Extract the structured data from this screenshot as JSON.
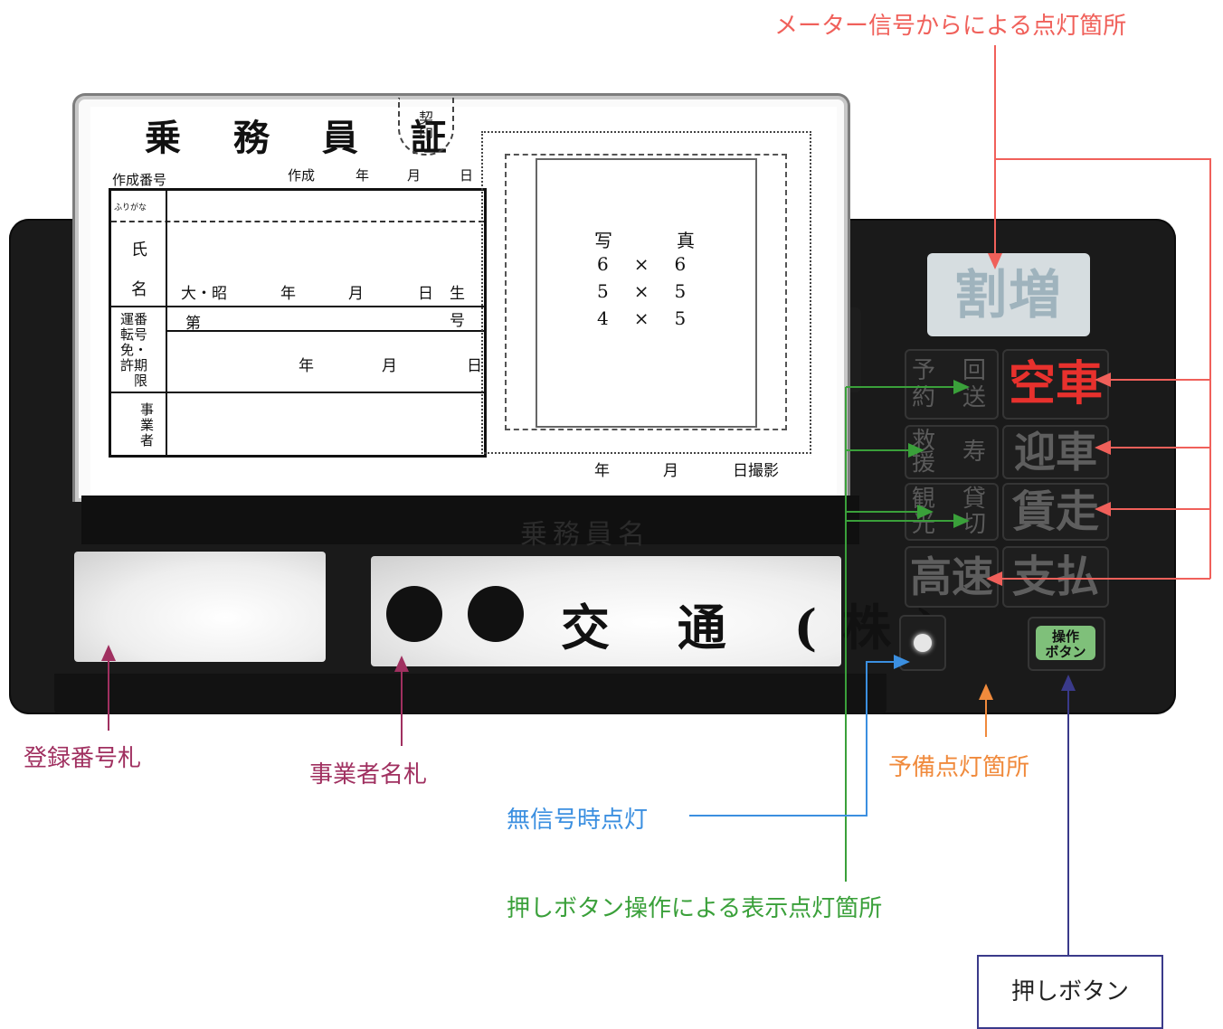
{
  "card": {
    "title": "乗 務 員 証",
    "seal": "契\n印",
    "creation_no": "作成番号",
    "created": "作成",
    "year": "年",
    "month": "月",
    "day": "日",
    "furigana": "ふりがな",
    "name_1": "氏",
    "name_2": "名",
    "birth_era": "大・昭",
    "birth_suffix": "生",
    "license_label": "運番\n転号\n免・\n許期\n　限",
    "license_no_prefix": "第",
    "license_no_suffix": "号",
    "operator_label": "事\n業\n者",
    "photo_label_1": "写",
    "photo_label_2": "真",
    "photo_sizes": [
      [
        "6",
        "×",
        "6"
      ],
      [
        "5",
        "×",
        "5"
      ],
      [
        "4",
        "×",
        "5"
      ]
    ],
    "photo_taken": "日撮影"
  },
  "plate": {
    "company_marks": "●●",
    "company_name": "交 通 (株)",
    "slot_ghost": "乗務員名"
  },
  "keypad": {
    "display": "割増",
    "keys": [
      {
        "top": "予",
        "bottom": "約",
        "top2": "回",
        "bottom2": "送"
      },
      {
        "top": "救",
        "bottom": "援",
        "single": "寿"
      },
      {
        "top": "観",
        "bottom": "光",
        "top2": "貸",
        "bottom2": "切"
      }
    ],
    "key_kuusha": "空車",
    "key_geisha": "迎車",
    "key_chinsou": "賃走",
    "key_kousoku": "高速",
    "key_shiharai": "支払",
    "op_button": "操作\nボタン"
  },
  "labels": {
    "meter_signal": "メーター信号からによる点灯箇所",
    "registration_plate": "登録番号札",
    "operator_plate": "事業者名札",
    "reserve_light": "予備点灯箇所",
    "no_signal": "無信号時点灯",
    "button_display": "押しボタン操作による表示点灯箇所",
    "push_button": "押しボタン"
  },
  "colors": {
    "meter_signal": "#f0605a",
    "registration": "#a03060",
    "reserve": "#f08a3c",
    "no_signal": "#3b8fe0",
    "button_display": "#3aa03a",
    "push_button": "#3a3a8a",
    "kuusha": "#e8312d"
  }
}
